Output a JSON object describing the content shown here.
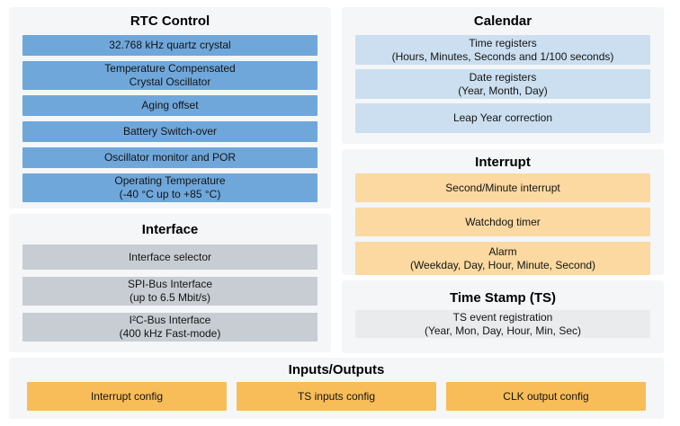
{
  "panels": {
    "rtc_control": {
      "title": "RTC Control",
      "items": [
        {
          "line1": "32.768 kHz quartz crystal"
        },
        {
          "line1": "Temperature Compensated",
          "line2": "Crystal Oscillator"
        },
        {
          "line1": "Aging offset"
        },
        {
          "line1": "Battery Switch-over"
        },
        {
          "line1": "Oscillator monitor and POR"
        },
        {
          "line1": "Operating Temperature",
          "line2": "(-40 °C up to +85 °C)"
        }
      ]
    },
    "interface": {
      "title": "Interface",
      "items": [
        {
          "line1": "Interface selector"
        },
        {
          "line1": "SPI-Bus Interface",
          "line2": "(up to 6.5 Mbit/s)"
        },
        {
          "line1": "I²C-Bus Interface",
          "line2": "(400 kHz Fast-mode)"
        }
      ]
    },
    "calendar": {
      "title": "Calendar",
      "items": [
        {
          "line1": "Time registers",
          "line2": "(Hours, Minutes, Seconds and 1/100 seconds)"
        },
        {
          "line1": "Date registers",
          "line2": "(Year, Month, Day)"
        },
        {
          "line1": "Leap Year correction"
        }
      ]
    },
    "interrupt": {
      "title": "Interrupt",
      "items": [
        {
          "line1": "Second/Minute interrupt"
        },
        {
          "line1": "Watchdog timer"
        },
        {
          "line1": "Alarm",
          "line2": "(Weekday, Day, Hour, Minute, Second)"
        }
      ]
    },
    "time_stamp": {
      "title": "Time Stamp (TS)",
      "items": [
        {
          "line1": "TS event registration",
          "line2": "(Year, Mon, Day, Hour, Min, Sec)"
        }
      ]
    },
    "inputs_outputs": {
      "title": "Inputs/Outputs",
      "items": [
        {
          "line1": "Interrupt config"
        },
        {
          "line1": "TS inputs config"
        },
        {
          "line1": "CLK output config"
        }
      ]
    }
  },
  "colors": {
    "panel_bg": "#F4F6F8",
    "rtc_bar": "#6FA7DB",
    "interface_bar": "#C7CDD3",
    "calendar_bar": "#CBDFF0",
    "interrupt_bar": "#FBD9A0",
    "timestamp_bar": "#E9EBED",
    "io_bar": "#F8BD59"
  }
}
